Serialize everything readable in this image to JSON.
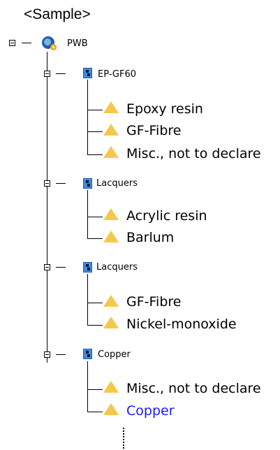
{
  "header": {
    "sample_label": "<Sample>"
  },
  "tree": {
    "root": {
      "label": "PWB",
      "icon": "gear-icon"
    },
    "groups": [
      {
        "label": "EP-GF60",
        "icon": "component-icon",
        "items": [
          {
            "label": "Epoxy resin",
            "icon": "warning-icon"
          },
          {
            "label": "GF-Fibre",
            "icon": "warning-icon"
          },
          {
            "label": "Misc., not to declare",
            "icon": "warning-icon"
          }
        ]
      },
      {
        "label": "Lacquers",
        "icon": "component-icon",
        "items": [
          {
            "label": "Acrylic resin",
            "icon": "warning-icon"
          },
          {
            "label": "Barlum",
            "icon": "warning-icon"
          }
        ]
      },
      {
        "label": "Lacquers",
        "icon": "component-icon",
        "items": [
          {
            "label": "GF-Fibre",
            "icon": "warning-icon"
          },
          {
            "label": "Nickel-monoxide",
            "icon": "warning-icon"
          }
        ]
      },
      {
        "label": "Copper",
        "icon": "component-icon",
        "items": [
          {
            "label": "Misc., not to declare",
            "icon": "warning-icon"
          },
          {
            "label": "Copper",
            "icon": "warning-icon",
            "highlight_color": "#1a1aff"
          }
        ]
      }
    ]
  }
}
